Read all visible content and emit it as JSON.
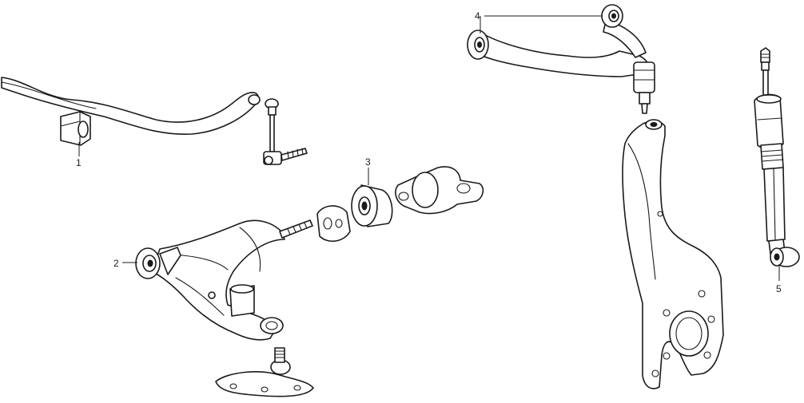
{
  "callouts": [
    {
      "id": "stabilizer-bushing",
      "label": "1"
    },
    {
      "id": "lower-arm",
      "label": "2"
    },
    {
      "id": "compliance-bushing",
      "label": "3"
    },
    {
      "id": "upper-arm",
      "label": "4"
    },
    {
      "id": "shock-absorber",
      "label": "5"
    }
  ]
}
